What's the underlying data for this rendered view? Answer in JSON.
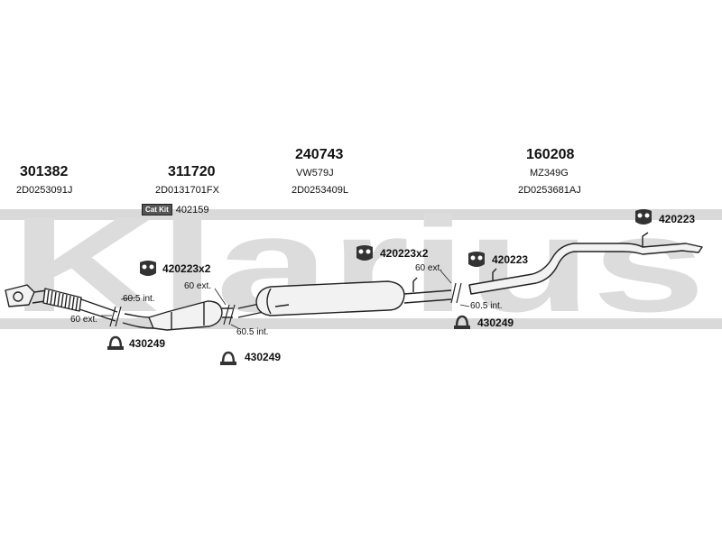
{
  "watermark": {
    "text": "Klarius"
  },
  "sections": [
    {
      "part_no": "301382",
      "ref": "2D0253091J"
    },
    {
      "part_no": "311720",
      "ref": "2D0131701FX"
    },
    {
      "part_no": "240743",
      "ref_line1": "VW579J",
      "ref": "2D0253409L"
    },
    {
      "part_no": "160208",
      "ref_line1": "MZ349G",
      "ref": "2D0253681AJ"
    }
  ],
  "cat_kit": {
    "badge": "Cat Kit",
    "code": "402159"
  },
  "fittings": {
    "hanger_1": "420223x2",
    "hanger_2": "420223x2",
    "hanger_3": "420223",
    "hanger_4": "420223",
    "clamp_1": "430249",
    "clamp_2": "430249",
    "clamp_3": "430249"
  },
  "dimensions": {
    "d1": "60.5 int.",
    "d2": "60 ext.",
    "d3": "60 ext.",
    "d4": "60.5 int.",
    "d5": "60 ext.",
    "d6": "60.5 int."
  },
  "colors": {
    "watermark": "#d9d9d9",
    "line": "#222222",
    "pipe_fill": "#f2f2f2",
    "icon_fill": "#333333"
  }
}
